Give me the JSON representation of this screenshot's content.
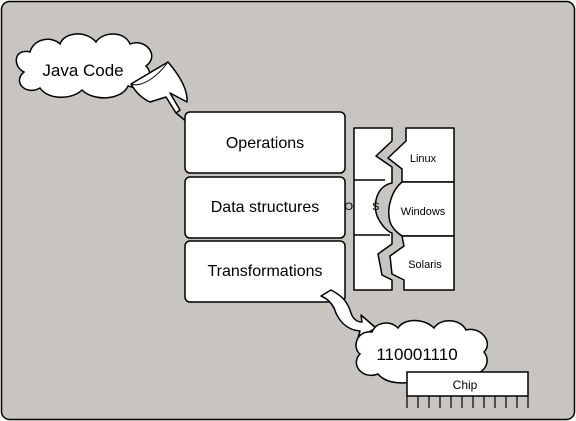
{
  "diagram": {
    "colors": {
      "background": "#c8c4c0",
      "box_fill": "#ffffff",
      "stroke": "#000000"
    },
    "source": "Java Code",
    "layers": [
      "Operations",
      "Data structures",
      "Transformations"
    ],
    "os_label": "O S",
    "platforms": [
      "Linux",
      "Windows",
      "Solaris"
    ],
    "binary": "110001110",
    "chip": "Chip"
  }
}
